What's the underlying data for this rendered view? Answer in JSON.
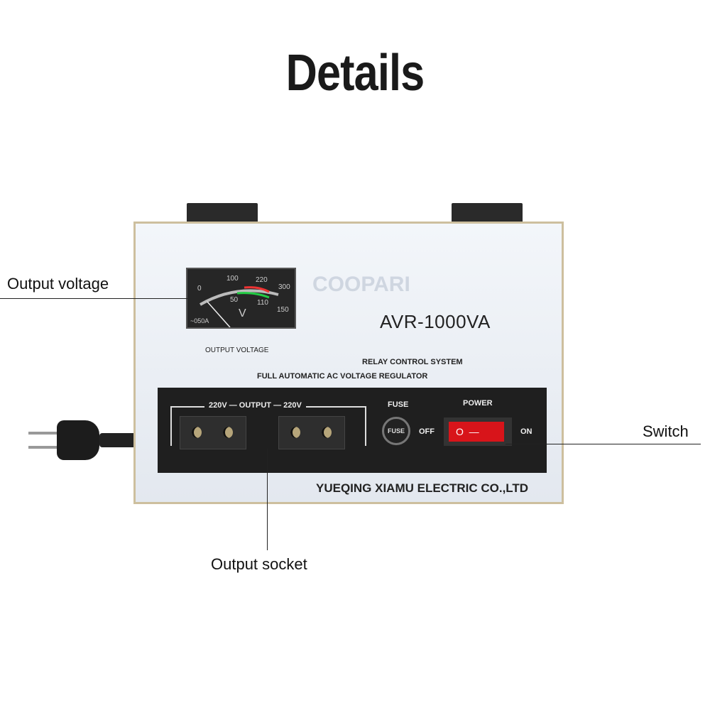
{
  "title": "Details",
  "device": {
    "meter": {
      "scale_top": [
        "0",
        "100",
        "220",
        "300"
      ],
      "scale_bottom": [
        "50",
        "110",
        "150"
      ],
      "unit": "V",
      "rating": "~050A",
      "label": "OUTPUT VOLTAGE"
    },
    "model": "AVR-1000VA",
    "line1": "RELAY CONTROL SYSTEM",
    "line2": "FULL AUTOMATIC AC VOLTAGE REGULATOR",
    "output_label": "220V — OUTPUT — 220V",
    "fuse_label": "FUSE",
    "fuse_cap": "FUSE",
    "off_label": "OFF",
    "power_label": "POWER",
    "on_label": "ON",
    "company": "YUEQING XIAMU ELECTRIC CO.,LTD",
    "watermark": "COOPARI"
  },
  "callouts": {
    "output_voltage": "Output voltage",
    "switch": "Switch",
    "output_socket": "Output socket"
  },
  "colors": {
    "switch": "#d8141a",
    "panel": "#1f1f1f"
  }
}
